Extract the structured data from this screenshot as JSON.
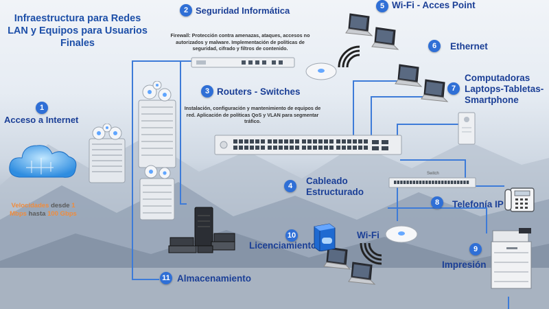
{
  "title": "Infraestructura para Redes LAN y Equipos para Usuarios Finales",
  "items": [
    {
      "num": "1",
      "label": "Acceso a Internet"
    },
    {
      "num": "2",
      "label": "Seguridad Informática"
    },
    {
      "num": "3",
      "label": "Routers - Switches"
    },
    {
      "num": "4",
      "label": "Cableado Estructurado"
    },
    {
      "num": "5",
      "label": "Wi-Fi - Acces Point"
    },
    {
      "num": "6",
      "label": "Ethernet"
    },
    {
      "num": "7",
      "label": "Computadoras Laptops-Tabletas-Smartphone"
    },
    {
      "num": "8",
      "label": "Telefonía IP"
    },
    {
      "num": "9",
      "label": "Impresión"
    },
    {
      "num": "10",
      "label": "Licenciamiento"
    },
    {
      "num": "11",
      "label": "Almacenamiento"
    }
  ],
  "wifi_label": "Wi-Fi",
  "firewall_desc": "Firewall: Protección contra amenazas, ataques, accesos no autorizados y malware. Implementación de políticas de seguridad, cifrado y filtros de contenido.",
  "routers_desc": "Instalación, configuración y mantenimiento de equipos de red. Aplicación de políticas QoS y VLAN para segmentar tráfico.",
  "speed": {
    "pre": "Velocidades",
    "mid1": "desde",
    "v1": "1 Mbps",
    "mid2": "hasta",
    "v2": "100 Gbps"
  },
  "switch_brand": "Switch",
  "colors": {
    "accent": "#1b3f96",
    "badge": "#2f6fd6",
    "wire": "#3d7bd8",
    "speed": "#f08c3c"
  },
  "icons": [
    "cloud-icon",
    "server-tower-icon",
    "firewall-appliance-icon",
    "access-point-icon",
    "switch-icon",
    "laptop-icon",
    "tower-pc-icon",
    "ip-phone-icon",
    "printer-icon",
    "license-box-icon",
    "storage-server-icon",
    "wifi-waves-icon"
  ]
}
